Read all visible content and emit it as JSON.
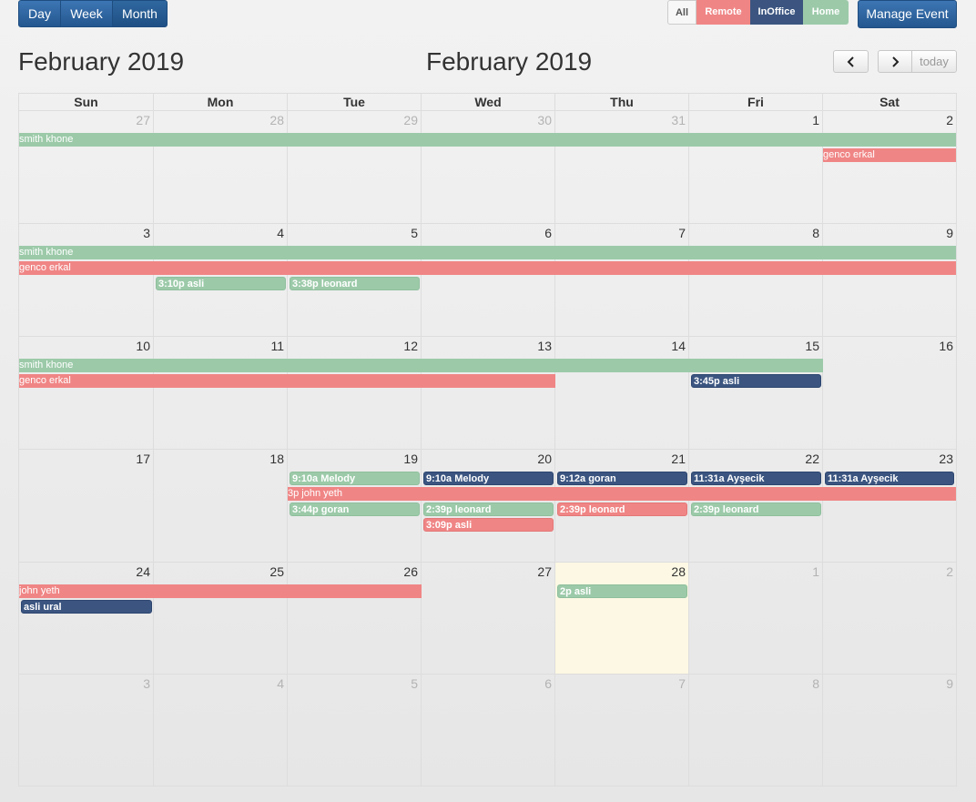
{
  "views": [
    "Day",
    "Week",
    "Month"
  ],
  "filters": [
    {
      "label": "All",
      "bg": "#f7f7f7",
      "color": "#555555"
    },
    {
      "label": "Remote",
      "bg": "#f08585",
      "color": "#ffffff"
    },
    {
      "label": "InOffice",
      "bg": "#3b5580",
      "color": "#ffffff"
    },
    {
      "label": "Home",
      "bg": "#9ccaa9",
      "color": "#ffffff"
    }
  ],
  "manage_button": "Manage Event",
  "title_left": "February 2019",
  "title_center": "February 2019",
  "nav": {
    "today": "today",
    "prev_icon": "chevron-left-icon",
    "next_icon": "chevron-right-icon"
  },
  "colors": {
    "green": "#9ccaa9",
    "red": "#f08585",
    "navy": "#3b5580",
    "today_bg": "#fcf8e3",
    "button_blue": "#2a5f9a"
  },
  "weekdays": [
    "Sun",
    "Mon",
    "Tue",
    "Wed",
    "Thu",
    "Fri",
    "Sat"
  ],
  "weeks": [
    [
      {
        "d": "27",
        "o": true
      },
      {
        "d": "28",
        "o": true
      },
      {
        "d": "29",
        "o": true
      },
      {
        "d": "30",
        "o": true
      },
      {
        "d": "31",
        "o": true
      },
      {
        "d": "1"
      },
      {
        "d": "2"
      }
    ],
    [
      {
        "d": "3"
      },
      {
        "d": "4"
      },
      {
        "d": "5"
      },
      {
        "d": "6"
      },
      {
        "d": "7"
      },
      {
        "d": "8"
      },
      {
        "d": "9"
      }
    ],
    [
      {
        "d": "10"
      },
      {
        "d": "11"
      },
      {
        "d": "12"
      },
      {
        "d": "13"
      },
      {
        "d": "14"
      },
      {
        "d": "15"
      },
      {
        "d": "16"
      }
    ],
    [
      {
        "d": "17"
      },
      {
        "d": "18"
      },
      {
        "d": "19"
      },
      {
        "d": "20"
      },
      {
        "d": "21"
      },
      {
        "d": "22"
      },
      {
        "d": "23"
      }
    ],
    [
      {
        "d": "24"
      },
      {
        "d": "25"
      },
      {
        "d": "26"
      },
      {
        "d": "27"
      },
      {
        "d": "28",
        "today": true
      },
      {
        "d": "1",
        "o": true
      },
      {
        "d": "2",
        "o": true
      }
    ],
    [
      {
        "d": "3",
        "o": true
      },
      {
        "d": "4",
        "o": true
      },
      {
        "d": "5",
        "o": true
      },
      {
        "d": "6",
        "o": true
      },
      {
        "d": "7",
        "o": true
      },
      {
        "d": "8",
        "o": true
      },
      {
        "d": "9",
        "o": true
      }
    ]
  ],
  "events": [
    {
      "week": 0,
      "start": 0,
      "span": 7,
      "row": 0,
      "label": "smith khone",
      "color": "green",
      "style": "block"
    },
    {
      "week": 0,
      "start": 6,
      "span": 1,
      "row": 1,
      "label": "genco erkal",
      "color": "red",
      "style": "block"
    },
    {
      "week": 1,
      "start": 0,
      "span": 7,
      "row": 0,
      "label": "smith khone",
      "color": "green",
      "style": "block"
    },
    {
      "week": 1,
      "start": 0,
      "span": 7,
      "row": 1,
      "label": "genco erkal",
      "color": "red",
      "style": "block"
    },
    {
      "week": 1,
      "start": 1,
      "span": 1,
      "row": 2,
      "label": "3:10p asli",
      "color": "green",
      "style": "rounded"
    },
    {
      "week": 1,
      "start": 2,
      "span": 1,
      "row": 2,
      "label": "3:38p leonard",
      "color": "green",
      "style": "rounded"
    },
    {
      "week": 2,
      "start": 0,
      "span": 6,
      "row": 0,
      "label": "smith khone",
      "color": "green",
      "style": "block"
    },
    {
      "week": 2,
      "start": 0,
      "span": 4,
      "row": 1,
      "label": "genco erkal",
      "color": "red",
      "style": "block"
    },
    {
      "week": 2,
      "start": 5,
      "span": 1,
      "row": 1,
      "label": "3:45p asli",
      "color": "navy",
      "style": "rounded"
    },
    {
      "week": 3,
      "start": 2,
      "span": 1,
      "row": 0,
      "label": "9:10a Melody",
      "color": "green",
      "style": "rounded"
    },
    {
      "week": 3,
      "start": 3,
      "span": 1,
      "row": 0,
      "label": "9:10a Melody",
      "color": "navy",
      "style": "rounded"
    },
    {
      "week": 3,
      "start": 4,
      "span": 1,
      "row": 0,
      "label": "9:12a goran",
      "color": "navy",
      "style": "rounded"
    },
    {
      "week": 3,
      "start": 5,
      "span": 1,
      "row": 0,
      "label": "11:31a Ayşecik",
      "color": "navy",
      "style": "rounded"
    },
    {
      "week": 3,
      "start": 6,
      "span": 1,
      "row": 0,
      "label": "11:31a Ayşecik",
      "color": "navy",
      "style": "rounded"
    },
    {
      "week": 3,
      "start": 2,
      "span": 5,
      "row": 1,
      "label": "3p john yeth",
      "color": "red",
      "style": "block"
    },
    {
      "week": 3,
      "start": 2,
      "span": 1,
      "row": 2,
      "label": "3:44p goran",
      "color": "green",
      "style": "rounded"
    },
    {
      "week": 3,
      "start": 3,
      "span": 1,
      "row": 2,
      "label": "2:39p leonard",
      "color": "green",
      "style": "rounded"
    },
    {
      "week": 3,
      "start": 4,
      "span": 1,
      "row": 2,
      "label": "2:39p leonard",
      "color": "red",
      "style": "rounded"
    },
    {
      "week": 3,
      "start": 5,
      "span": 1,
      "row": 2,
      "label": "2:39p leonard",
      "color": "green",
      "style": "rounded"
    },
    {
      "week": 3,
      "start": 3,
      "span": 1,
      "row": 3,
      "label": "3:09p asli",
      "color": "red",
      "style": "rounded"
    },
    {
      "week": 4,
      "start": 0,
      "span": 3,
      "row": 0,
      "label": "john yeth",
      "color": "red",
      "style": "block"
    },
    {
      "week": 4,
      "start": 4,
      "span": 1,
      "row": 0,
      "label": "2p asli",
      "color": "green",
      "style": "rounded"
    },
    {
      "week": 4,
      "start": 0,
      "span": 1,
      "row": 1,
      "label": "asli ural",
      "color": "navy",
      "style": "rounded"
    }
  ]
}
